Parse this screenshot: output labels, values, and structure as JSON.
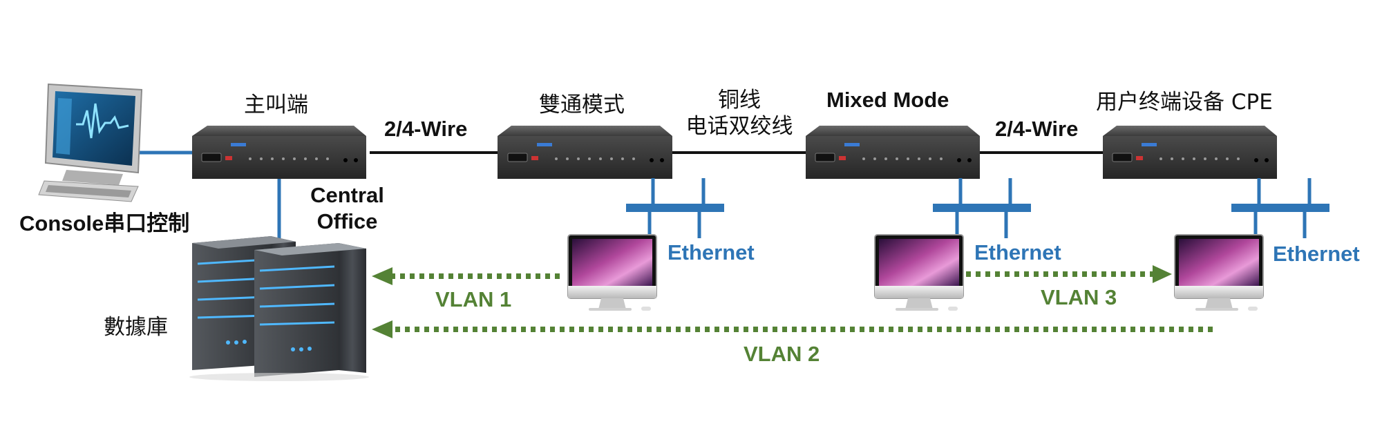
{
  "labels": {
    "master_end": "主叫端",
    "wire_left": "2/4-Wire",
    "duplex_mode": "雙通模式",
    "copper_line1": "铜线",
    "copper_line2": "电话双绞线",
    "mixed_mode": "Mixed Mode",
    "wire_right": "2/4-Wire",
    "cpe": "用户终端设备 CPE",
    "central_office1": "Central",
    "central_office2": "Office",
    "console": "Console串口控制",
    "database": "數據庫",
    "ethernet": "Ethernet",
    "vlan1": "VLAN 1",
    "vlan2": "VLAN 2",
    "vlan3": "VLAN 3"
  },
  "colors": {
    "text": "#111111",
    "ethernet_blue": "#2e75b6",
    "vlan_green": "#548235",
    "wire_black": "#111111",
    "device_body": "#3a3a3a"
  },
  "icons": [
    "desktop-monitor-icon",
    "network-device-icon",
    "server-icon",
    "imac-computer-icon"
  ]
}
